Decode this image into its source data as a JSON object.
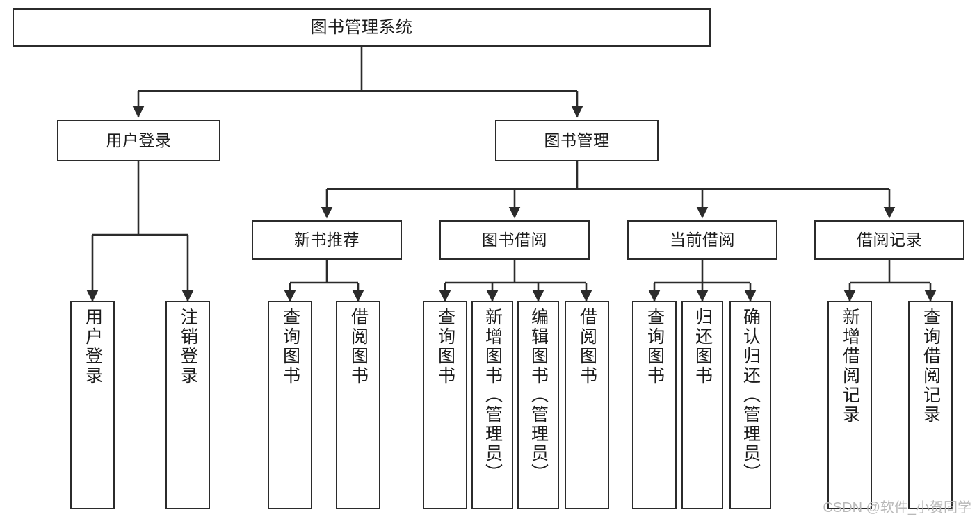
{
  "diagram": {
    "title": "图书管理系统",
    "type": "tree-hierarchy",
    "root": {
      "id": "root",
      "label": "图书管理系统"
    },
    "level2": [
      {
        "id": "user-login",
        "label": "用户登录"
      },
      {
        "id": "book-manage",
        "label": "图书管理"
      }
    ],
    "level3": [
      {
        "id": "new-book-rec",
        "label": "新书推荐",
        "parent": "book-manage"
      },
      {
        "id": "book-borrow",
        "label": "图书借阅",
        "parent": "book-manage"
      },
      {
        "id": "current-borrow",
        "label": "当前借阅",
        "parent": "book-manage"
      },
      {
        "id": "borrow-record",
        "label": "借阅记录",
        "parent": "book-manage"
      }
    ],
    "leaves": [
      {
        "id": "leaf-user-login",
        "label": "用户登录",
        "parent": "user-login"
      },
      {
        "id": "leaf-logout",
        "label": "注销登录",
        "parent": "user-login"
      },
      {
        "id": "leaf-query-book-1",
        "label": "查询图书",
        "parent": "new-book-rec"
      },
      {
        "id": "leaf-borrow-book-1",
        "label": "借阅图书",
        "parent": "new-book-rec"
      },
      {
        "id": "leaf-query-book-2",
        "label": "查询图书",
        "parent": "book-borrow"
      },
      {
        "id": "leaf-add-book",
        "label": "新增图书（管理员）",
        "parent": "book-borrow"
      },
      {
        "id": "leaf-edit-book",
        "label": "编辑图书（管理员）",
        "parent": "book-borrow"
      },
      {
        "id": "leaf-borrow-book-2",
        "label": "借阅图书",
        "parent": "book-borrow"
      },
      {
        "id": "leaf-query-book-3",
        "label": "查询图书",
        "parent": "current-borrow"
      },
      {
        "id": "leaf-return-book",
        "label": "归还图书",
        "parent": "current-borrow"
      },
      {
        "id": "leaf-confirm-return",
        "label": "确认归还（管理员）",
        "parent": "current-borrow"
      },
      {
        "id": "leaf-add-record",
        "label": "新增借阅记录",
        "parent": "borrow-record"
      },
      {
        "id": "leaf-query-record",
        "label": "查询借阅记录",
        "parent": "borrow-record"
      }
    ],
    "colors": {
      "box_border": "#2b2b2b",
      "box_fill": "#ffffff",
      "connector": "#2b2b2b",
      "text": "#1b1b1b",
      "background": "#ffffff",
      "watermark": "#b9b9b9"
    }
  },
  "watermark": {
    "text": "CSDN @软件_小贺同学"
  }
}
